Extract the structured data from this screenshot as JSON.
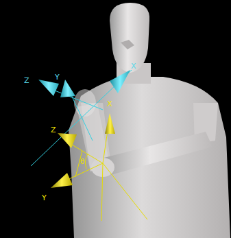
{
  "diagram": {
    "labels": [
      "X",
      "Y",
      "Z",
      "X",
      "Z",
      "θ",
      "Y"
    ]
  }
}
